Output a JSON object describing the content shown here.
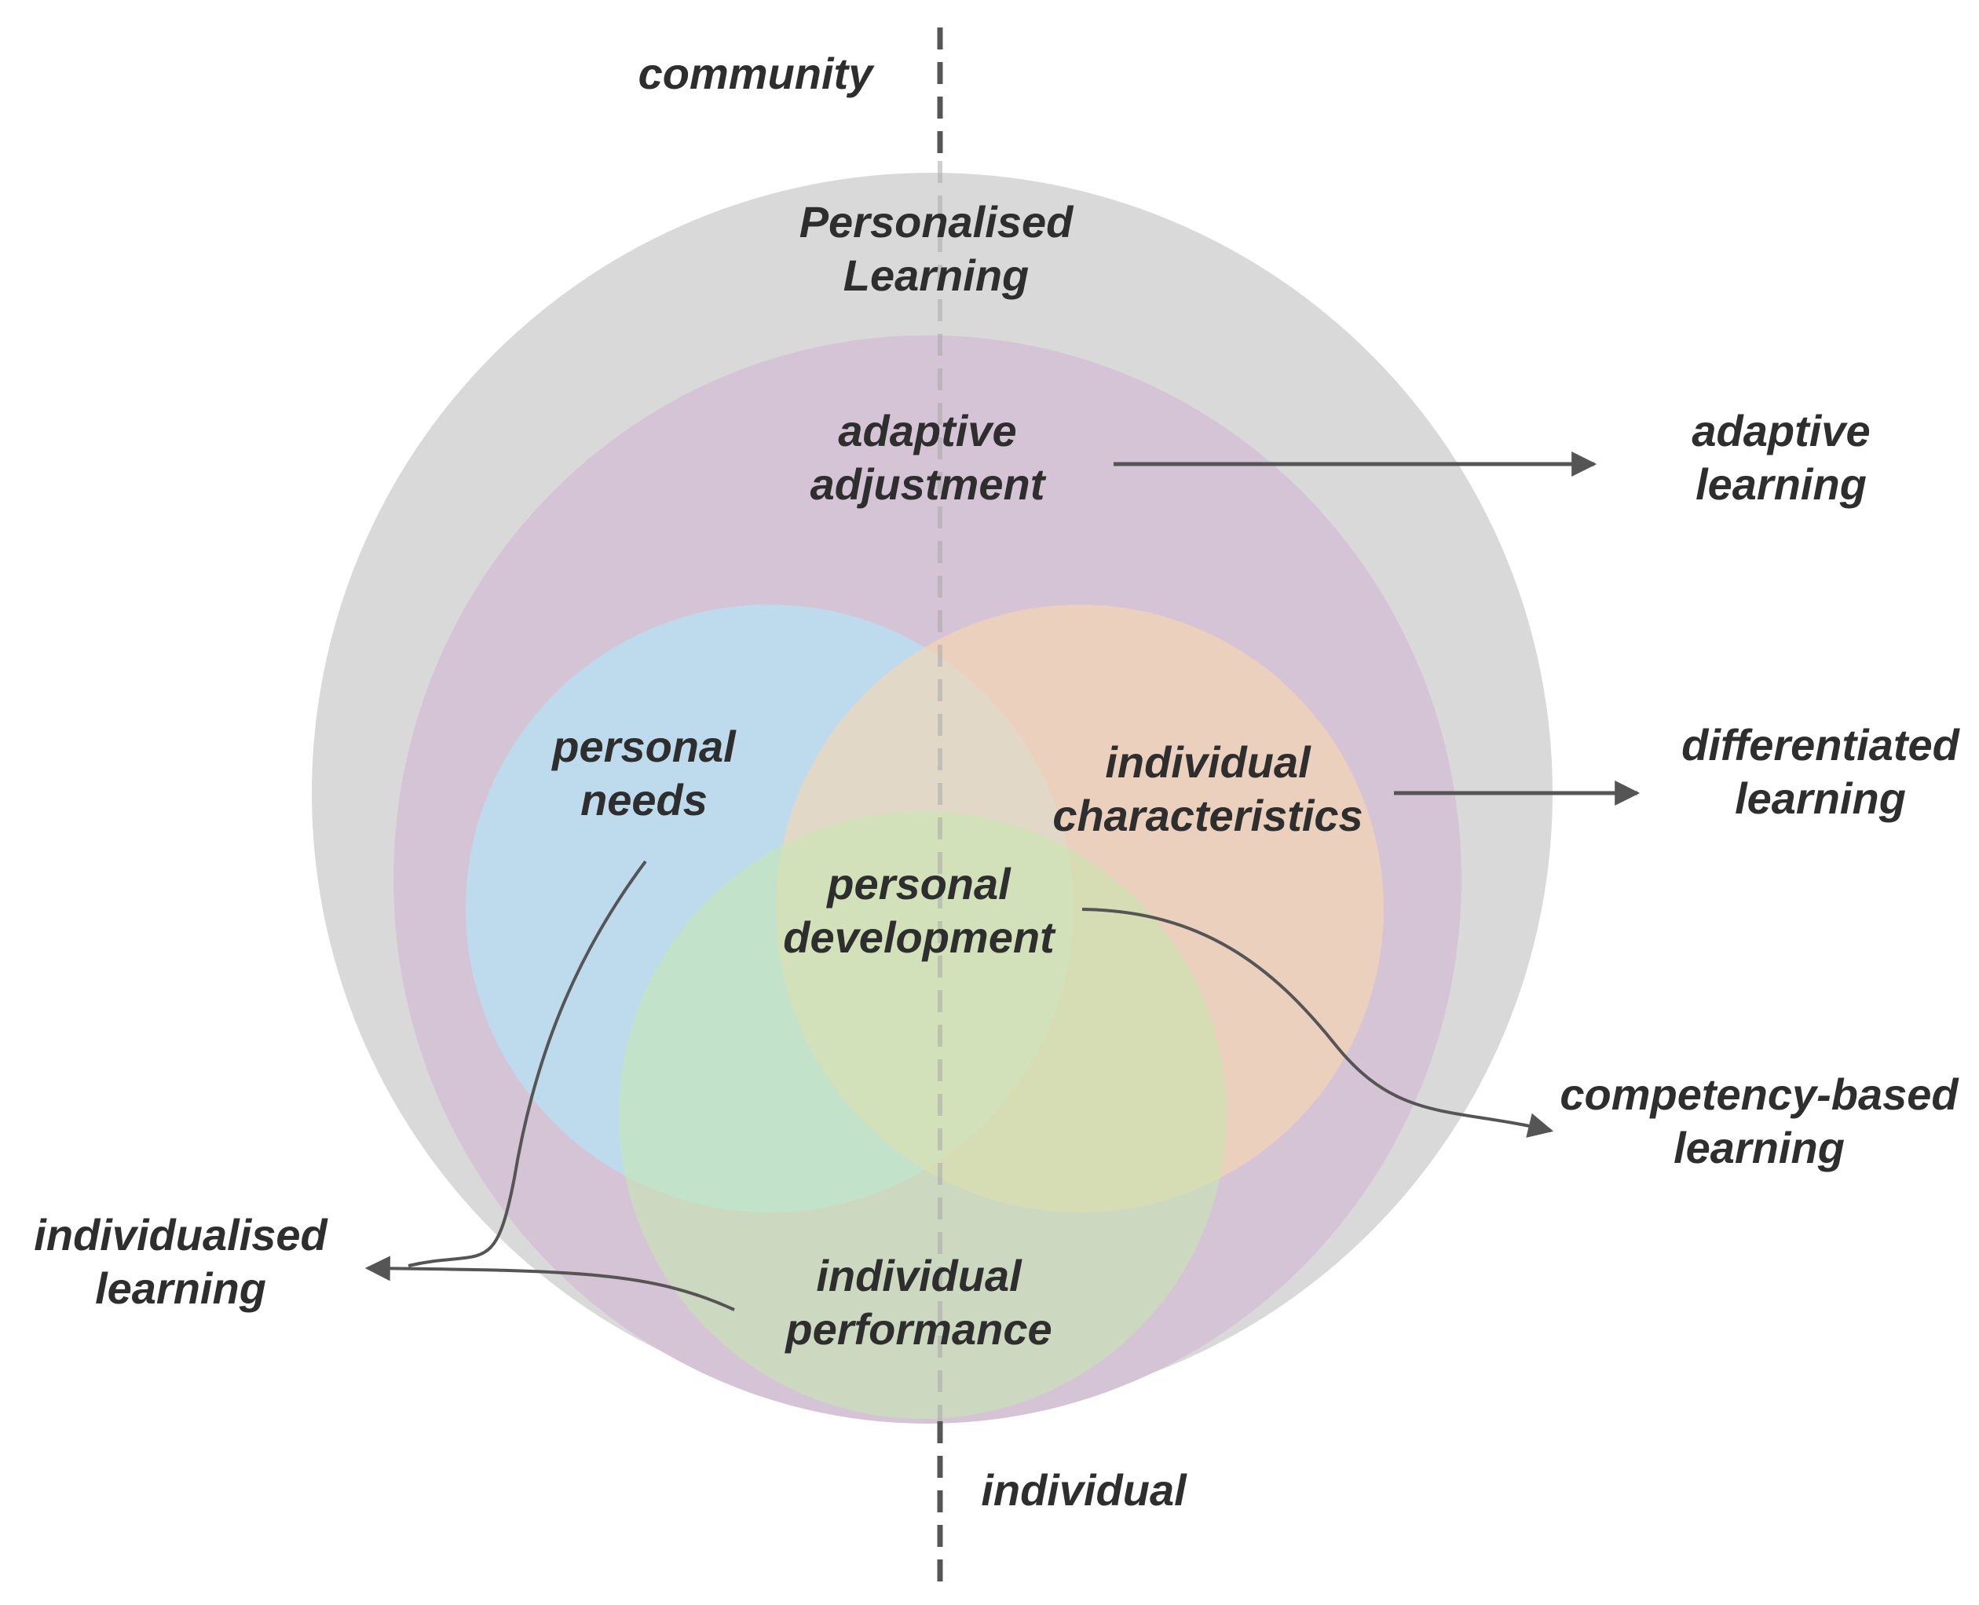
{
  "labels": {
    "community": "community",
    "individual": "individual",
    "personalised_line1": "Personalised",
    "personalised_line2": "Learning",
    "adaptive_adjustment_line1": "adaptive",
    "adaptive_adjustment_line2": "adjustment",
    "personal_needs_line1": "personal",
    "personal_needs_line2": "needs",
    "individual_characteristics_line1": "individual",
    "individual_characteristics_line2": "characteristics",
    "personal_development_line1": "personal",
    "personal_development_line2": "development",
    "individual_performance_line1": "individual",
    "individual_performance_line2": "performance",
    "adaptive_learning_line1": "adaptive",
    "adaptive_learning_line2": "learning",
    "differentiated_learning_line1": "differentiated",
    "differentiated_learning_line2": "learning",
    "competency_based_learning_line1": "competency-based",
    "competency_based_learning_line2": "learning",
    "individualised_learning_line1": "individualised",
    "individualised_learning_line2": "learning"
  },
  "colors": {
    "outer_circle": "#d9d9d9",
    "adaptive_circle": "#d5c4d6",
    "personal_needs_circle": "#bcdcf0",
    "individual_characteristics_circle": "#f8d6ae",
    "personal_development_circle": "#c6e7b0",
    "text": "#2e2e2e",
    "arrow": "#555555",
    "divider": "#555555"
  }
}
